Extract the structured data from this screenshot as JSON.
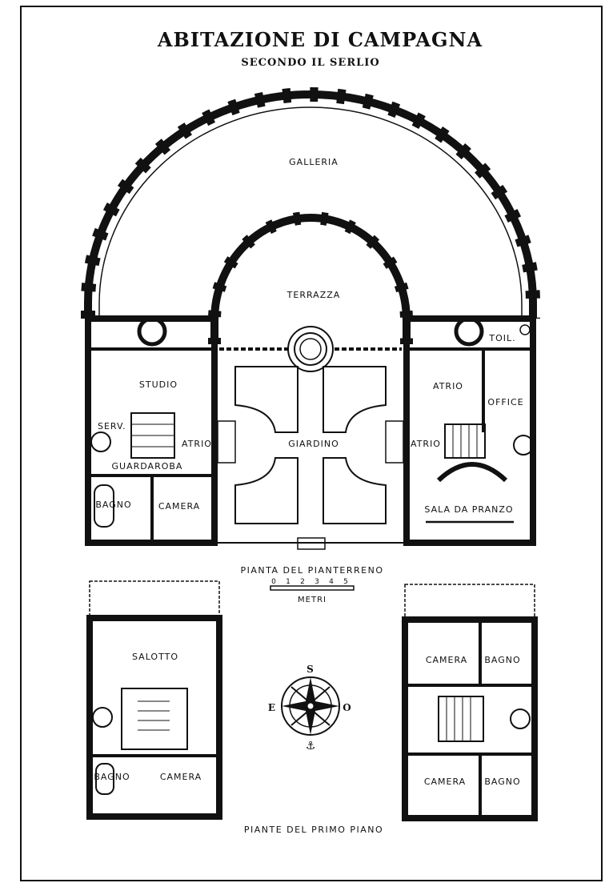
{
  "title": "ABITAZIONE DI CAMPAGNA",
  "subtitle": "SECONDO IL SERLIO",
  "ground_floor": {
    "caption": "PIANTA DEL PIANTERRENO",
    "rooms": {
      "galleria": "GALLERIA",
      "terrazza": "TERRAZZA",
      "giardino": "GIARDINO",
      "studio": "STUDIO",
      "serv": "SERV.",
      "atrio_left": "ATRIO",
      "guardaroba": "GUARDAROBA",
      "bagno": "BAGNO",
      "camera": "CAMERA",
      "toil": "TOIL.",
      "atrio_right_top": "ATRIO",
      "office": "OFFICE",
      "atrio_right": "ATRIO",
      "sala_da_pranzo": "SALA DA PRANZO"
    }
  },
  "scale_bar": {
    "ticks": [
      "0",
      "1",
      "2",
      "3",
      "4",
      "5"
    ],
    "unit": "METRI"
  },
  "compass": {
    "north": "S",
    "west": "E",
    "east": "O"
  },
  "first_floor": {
    "caption": "PIANTE DEL PRIMO PIANO",
    "left": {
      "salotto": "SALOTTO",
      "bagno": "BAGNO",
      "camera": "CAMERA"
    },
    "right": {
      "camera_top": "CAMERA",
      "bagno_top": "BAGNO",
      "camera_bottom": "CAMERA",
      "bagno_bottom": "BAGNO"
    }
  }
}
